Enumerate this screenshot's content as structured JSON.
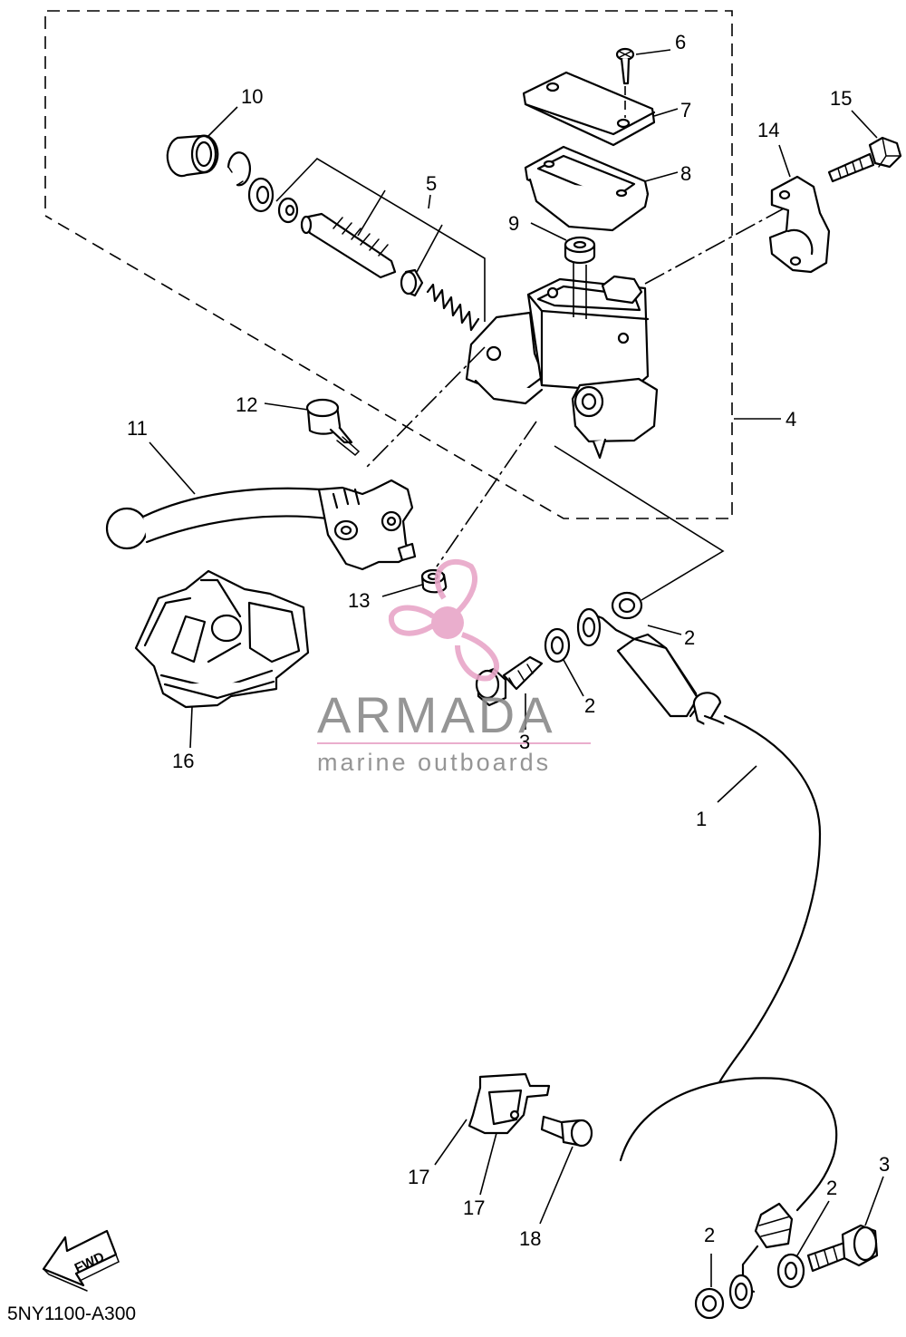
{
  "diagram": {
    "drawing_code": "5NY1100-A300",
    "fwd_label": "FWD",
    "part_labels": {
      "p1": "1",
      "p2a": "2",
      "p2b": "2",
      "p2c": "2",
      "p2d": "2",
      "p3a": "3",
      "p3b": "3",
      "p4": "4",
      "p5": "5",
      "p6": "6",
      "p7": "7",
      "p8": "8",
      "p9": "9",
      "p10": "10",
      "p11": "11",
      "p12": "12",
      "p13": "13",
      "p14": "14",
      "p15": "15",
      "p16": "16",
      "p17a": "17",
      "p17b": "17",
      "p18": "18"
    }
  },
  "watermark": {
    "brand": "ARMADA",
    "tagline": "marine outboards",
    "accent_color": "#e8a6c8",
    "text_color": "#8a8a8a"
  }
}
